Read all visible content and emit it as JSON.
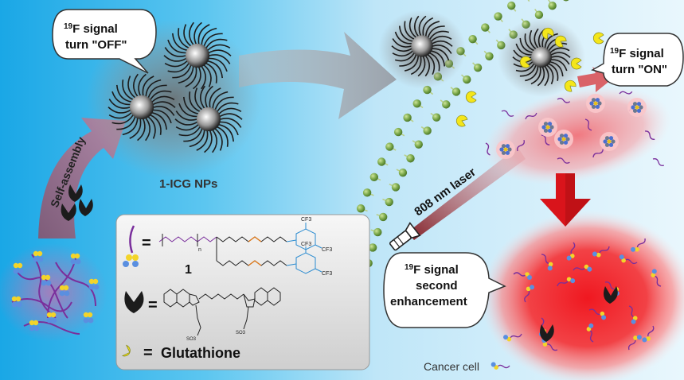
{
  "bubbles": {
    "off": {
      "sup": "19",
      "line1": "F signal",
      "line2": "turn \"OFF\""
    },
    "on": {
      "sup": "19",
      "line1": "F signal",
      "line2": "turn \"ON\""
    },
    "second": {
      "sup": "19",
      "line1": "F signal",
      "line2": "second",
      "line3": "enhancement"
    }
  },
  "labels": {
    "nanoparticles": "1-ICG NPs",
    "self_assembly": "Self-assembly",
    "laser": "808 nm laser",
    "cancer_cell": "Cancer cell"
  },
  "legend": {
    "equals": "=",
    "compound_number": "1",
    "glutathione": "Glutathione",
    "n_subscript": "n",
    "cf3": "CF3",
    "so3": "SO3"
  },
  "colors": {
    "membrane_head": "#7aa84a",
    "membrane_tail": "#b8cf8a",
    "glow_red": "#f0262d",
    "probe_purple": "#7a2f9c",
    "glutathione_yellow": "#f4e61a",
    "arrow_gray": "#a5adb6"
  }
}
